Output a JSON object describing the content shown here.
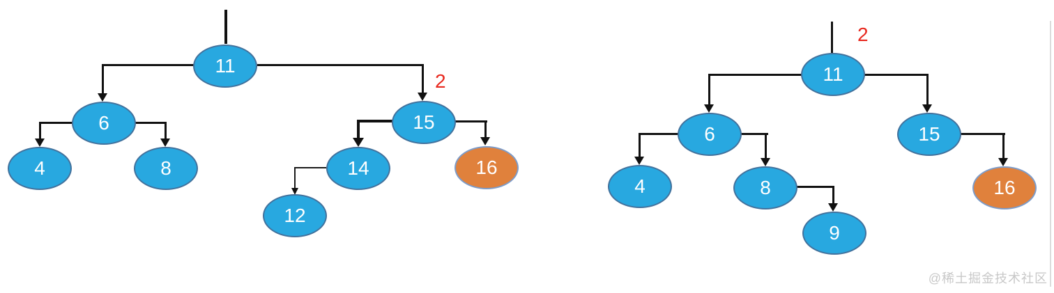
{
  "trees": {
    "left": {
      "nodes": {
        "n11": "11",
        "n6": "6",
        "n15": "15",
        "n4": "4",
        "n8": "8",
        "n14": "14",
        "n16": "16",
        "n12": "12"
      },
      "highlighted_node": "16",
      "annotation": "2",
      "structure": [
        [
          "11",
          "6"
        ],
        [
          "11",
          "15"
        ],
        [
          "6",
          "4"
        ],
        [
          "6",
          "8"
        ],
        [
          "15",
          "14"
        ],
        [
          "15",
          "16"
        ],
        [
          "14",
          "12"
        ]
      ]
    },
    "right": {
      "nodes": {
        "n11": "11",
        "n6": "6",
        "n15": "15",
        "n4": "4",
        "n8": "8",
        "n9": "9",
        "n16": "16"
      },
      "highlighted_node": "16",
      "annotation": "2",
      "structure": [
        [
          "11",
          "6"
        ],
        [
          "11",
          "15"
        ],
        [
          "6",
          "4"
        ],
        [
          "6",
          "8"
        ],
        [
          "8",
          "9"
        ],
        [
          "15",
          "16"
        ]
      ]
    }
  },
  "watermark": "@稀土掘金技术社区",
  "colors": {
    "node_blue": "#28a8e0",
    "node_orange": "#e0813c",
    "node_border_blue": "#42719c",
    "node_border_orange": "#7d9cc9",
    "edge_black": "#111111",
    "annotation_red": "#e8281e",
    "watermark_gray": "#c8c8c8"
  }
}
